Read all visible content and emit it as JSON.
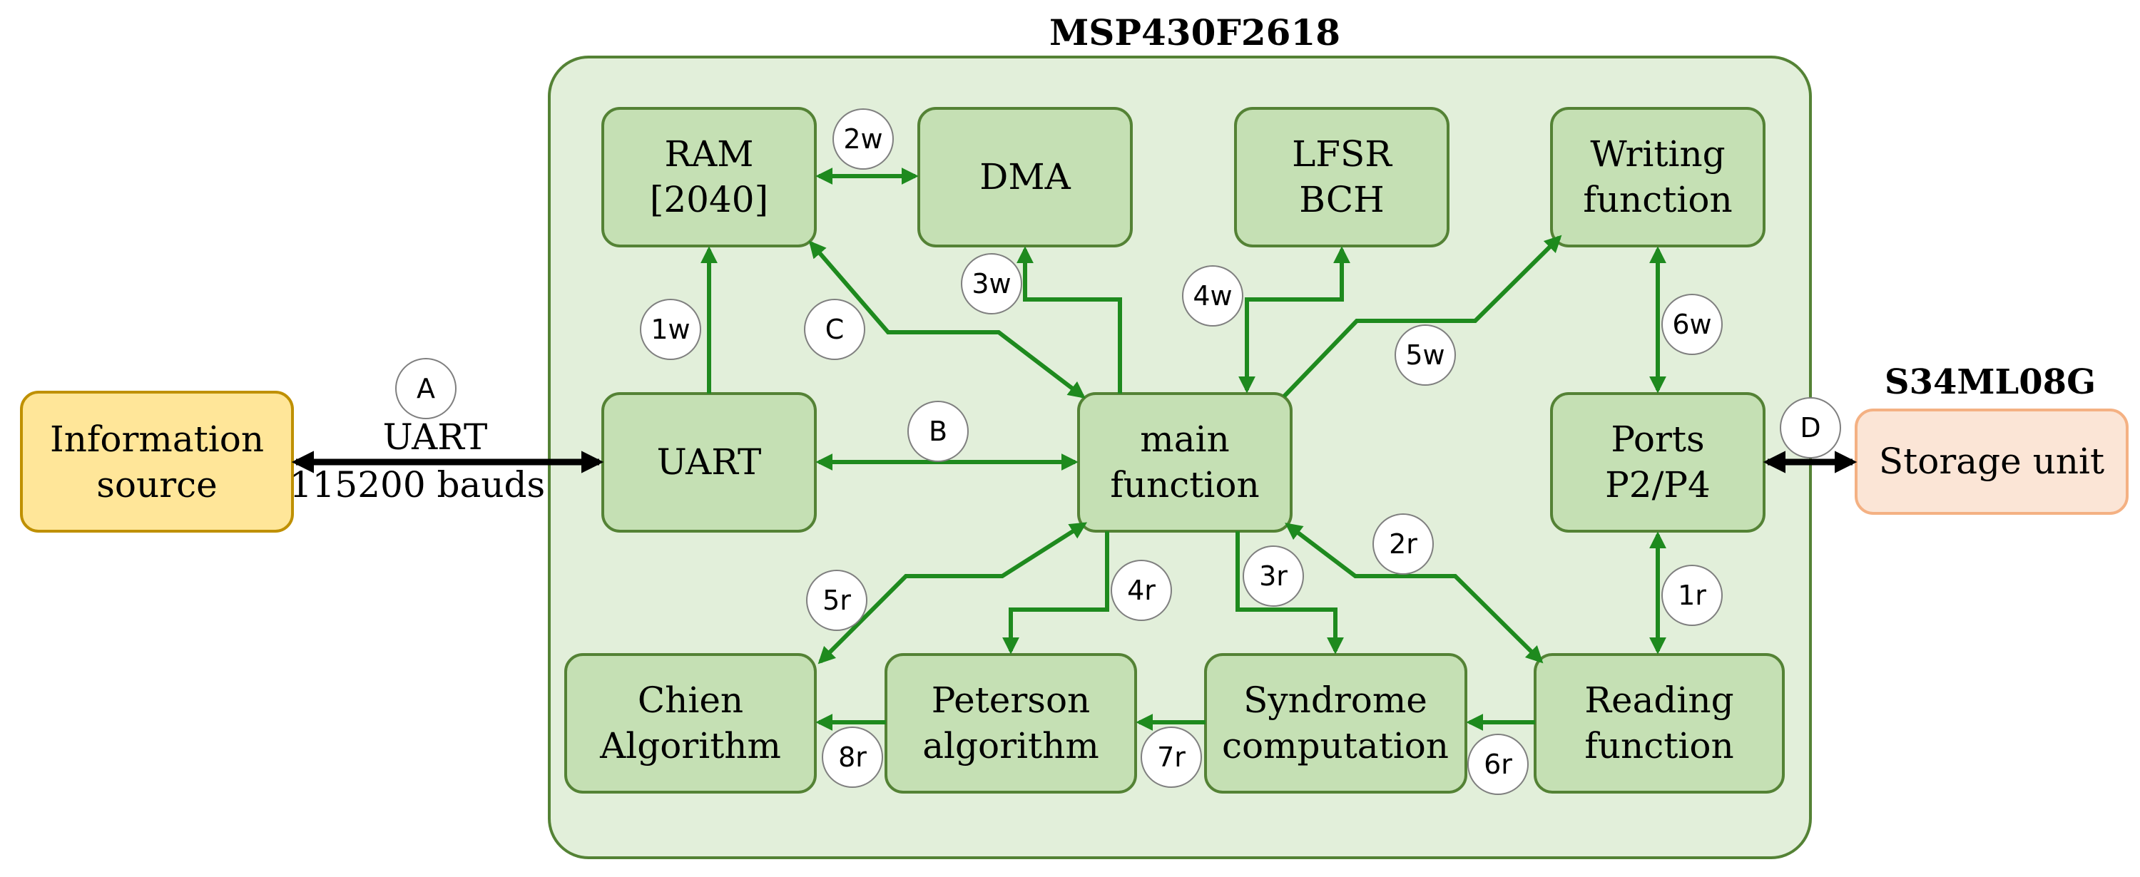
{
  "chip_title": "MSP430F2618",
  "storage_title": "S34ML08G",
  "colors": {
    "chip_fill": "#e2efda",
    "chip_stroke": "#548235",
    "block_fill": "#c5e0b4",
    "block_stroke": "#548235",
    "arrow_green": "#1e8a1e",
    "source_fill": "#ffe699",
    "source_stroke": "#bf9000",
    "storage_fill": "#fbe5d6",
    "storage_stroke": "#f4b183"
  },
  "blocks": {
    "info_source": [
      "Information",
      "source"
    ],
    "storage_unit": [
      "Storage unit"
    ],
    "ram": [
      "RAM",
      "[2040]"
    ],
    "dma": [
      "DMA"
    ],
    "lfsr": [
      "LFSR",
      "BCH"
    ],
    "writing": [
      "Writing",
      "function"
    ],
    "uart": [
      "UART"
    ],
    "main": [
      "main",
      "function"
    ],
    "ports": [
      "Ports",
      "P2/P4"
    ],
    "chien": [
      "Chien",
      "Algorithm"
    ],
    "peterson": [
      "Peterson",
      "algorithm"
    ],
    "syndrome": [
      "Syndrome",
      "computation"
    ],
    "reading": [
      "Reading",
      "function"
    ]
  },
  "uart_link_label": [
    "UART",
    "115200 bauds"
  ],
  "markers": {
    "A": "A",
    "B": "B",
    "C": "C",
    "D": "D",
    "w1": "1w",
    "w2": "2w",
    "w3": "3w",
    "w4": "4w",
    "w5": "5w",
    "w6": "6w",
    "r1": "1r",
    "r2": "2r",
    "r3": "3r",
    "r4": "4r",
    "r5": "5r",
    "r6": "6r",
    "r7": "7r",
    "r8": "8r"
  }
}
